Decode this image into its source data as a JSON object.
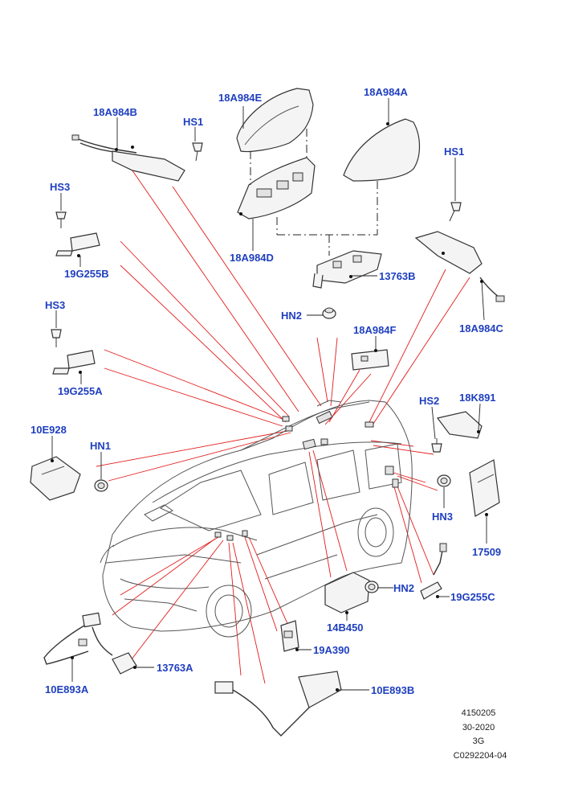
{
  "labels": {
    "18A984B": "18A984B",
    "HS1_left": "HS1",
    "18A984E": "18A984E",
    "18A984A": "18A984A",
    "HS1_right": "HS1",
    "HS3_top": "HS3",
    "19G255B": "19G255B",
    "18A984D": "18A984D",
    "13763B": "13763B",
    "HN2_top": "HN2",
    "18A984C": "18A984C",
    "HS3_mid": "HS3",
    "18A984F": "18A984F",
    "19G255A": "19G255A",
    "HS2": "HS2",
    "18K891": "18K891",
    "10E928": "10E928",
    "HN1": "HN1",
    "HN3": "HN3",
    "17509": "17509",
    "HN2_bottom": "HN2",
    "19G255C": "19G255C",
    "14B450": "14B450",
    "19A390": "19A390",
    "13763A": "13763A",
    "10E893A": "10E893A",
    "10E893B": "10E893B"
  },
  "reference": {
    "line1": "4150205",
    "line2": "30-2020",
    "line3": "3G",
    "line4": "C0292204-04"
  },
  "colors": {
    "label": "#1f3fbf",
    "callout_line": "#e31b1b",
    "drawing": "#333333"
  }
}
